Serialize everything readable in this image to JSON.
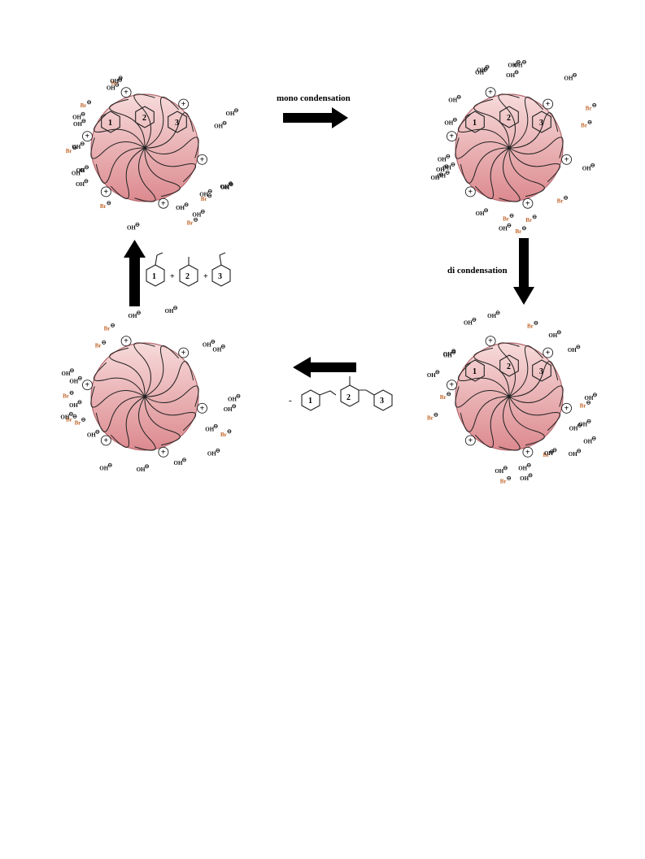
{
  "labels": {
    "mono": "mono condensation",
    "di": "di condensation",
    "minus": "-",
    "plus": "+",
    "n1": "1",
    "n2": "2",
    "n3": "3"
  },
  "ions": {
    "hydroxide": "OH",
    "bromide": "Br",
    "negative": "⊖",
    "positive": "+"
  },
  "colors": {
    "micelle_top": "#f7dada",
    "micelle_bottom": "#dc8a8f",
    "bromide": "#c0652a",
    "arrow": "#000000"
  },
  "diagram": {
    "micelles": [
      {
        "id": "top-left",
        "state": "reactants-bound"
      },
      {
        "id": "top-right",
        "state": "mono-condensation"
      },
      {
        "id": "bottom-right",
        "state": "di-condensation"
      },
      {
        "id": "bottom-left",
        "state": "empty"
      }
    ],
    "arrows": [
      {
        "from": "top-left",
        "to": "top-right",
        "label_key": "mono"
      },
      {
        "from": "top-right",
        "to": "bottom-right",
        "label_key": "di"
      },
      {
        "from": "bottom-right",
        "to": "bottom-left",
        "label_key": "minus"
      },
      {
        "from": "bottom-left",
        "to": "top-left",
        "label_key": "plus"
      }
    ]
  }
}
